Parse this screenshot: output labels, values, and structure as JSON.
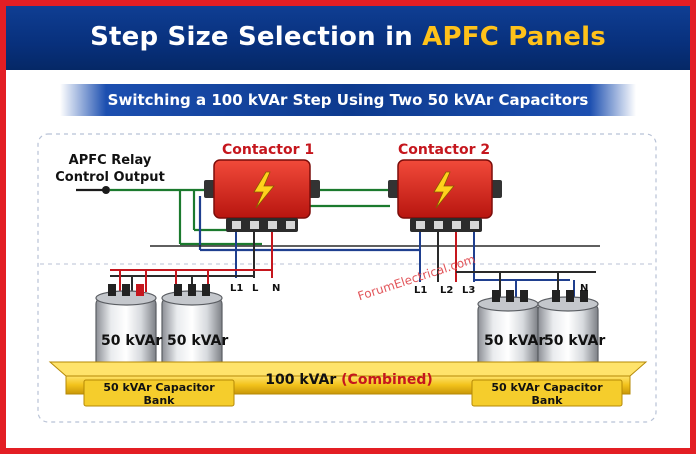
{
  "title": {
    "prefix": "Step Size Selection in ",
    "highlight": "APFC Panels"
  },
  "subtitle": "Switching a 100 kVAr Step Using Two 50 kVAr Capacitors",
  "relay": {
    "line1": "APFC Relay",
    "line2": "Control Output"
  },
  "contactors": [
    "Contactor 1",
    "Contactor 2"
  ],
  "terminals": {
    "left": [
      "L1",
      "L",
      "N"
    ],
    "right": [
      "L1",
      "L2",
      "L3",
      "N"
    ]
  },
  "capacitor_label": "50 kVAr",
  "banks": {
    "left": {
      "line1": "50 kVAr Capacitor",
      "line2": "Bank"
    },
    "right": {
      "line1": "50 kVAr Capacitor",
      "line2": "Bank"
    }
  },
  "combined": {
    "value": "100 kVAr",
    "note": "(Combined)"
  },
  "watermark": "ForumElectrical.com",
  "colors": {
    "frame": "#e31e24",
    "title_bg": "#08307c",
    "title_highlight": "#ffc21a",
    "contactor": "#e0221f",
    "bus_bar": "#f2c21b",
    "wire_green": "#1b7a2e",
    "wire_blue": "#1f3f8f"
  }
}
